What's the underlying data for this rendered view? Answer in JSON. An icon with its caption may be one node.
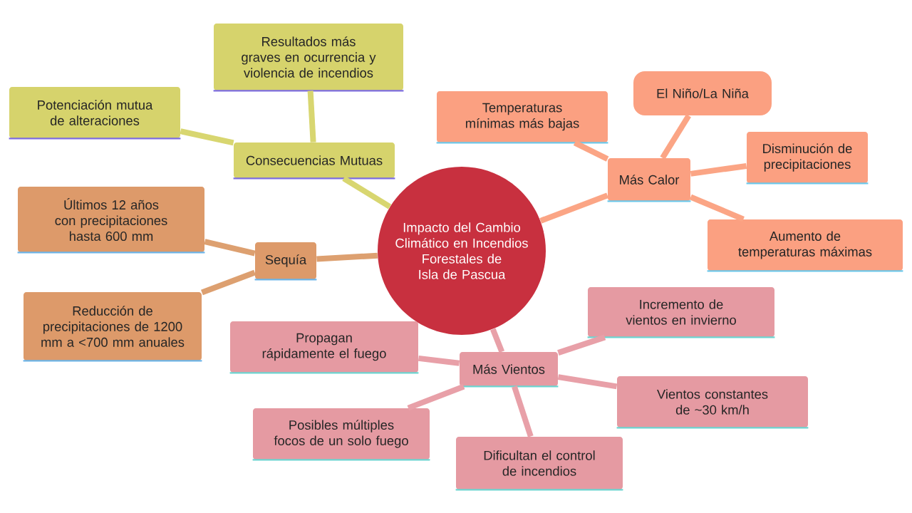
{
  "diagram": {
    "nodes": [
      {
        "text": [
          "Impacto del Cambio Climático en Incendios Forestales de Isla de Pascua"
        ]
      },
      {
        "text": [
          "Consecuencias Mutuas"
        ]
      },
      {
        "text": [
          "Resultados más graves en ocurrencia y violencia de incendios"
        ]
      },
      {
        "text": [
          "Potenciación mutua de alteraciones"
        ]
      },
      {
        "text": [
          "Sequía"
        ]
      },
      {
        "text": [
          "Últimos 12 años con precipitaciones hasta 600 mm"
        ]
      },
      {
        "text": [
          "Reducción de precipitaciones de 1200 mm a <700 mm anuales"
        ]
      },
      {
        "text": [
          "Más Calor"
        ]
      },
      {
        "text": [
          "Temperaturas mínimas más bajas"
        ]
      },
      {
        "text": [
          "El Niño/La Niña"
        ]
      },
      {
        "text": [
          "Disminución de precipitaciones"
        ]
      },
      {
        "text": [
          "Aumento de temperaturas máximas"
        ]
      },
      {
        "text": [
          "Más Vientos"
        ]
      },
      {
        "text": [
          "Incremento de vientos en invierno"
        ]
      },
      {
        "text": [
          "Propagan rápidamente el fuego"
        ]
      },
      {
        "text": [
          "Vientos constantes de ~30 km/h"
        ]
      },
      {
        "text": [
          "Posibles múltiples focos de un solo fuego"
        ]
      },
      {
        "text": [
          "Dificultan el control de incendios"
        ]
      }
    ],
    "edges": [
      {
        "from": 0,
        "to": 1,
        "arrow": "none",
        "color": "#d8d670"
      },
      {
        "from": 1,
        "to": 2,
        "arrow": "none",
        "color": "#d8d670"
      },
      {
        "from": 1,
        "to": 3,
        "arrow": "none",
        "color": "#d8d670"
      },
      {
        "from": 0,
        "to": 4,
        "arrow": "none",
        "color": "#dda070"
      },
      {
        "from": 4,
        "to": 5,
        "arrow": "none",
        "color": "#dda070"
      },
      {
        "from": 4,
        "to": 6,
        "arrow": "none",
        "color": "#dda070"
      },
      {
        "from": 0,
        "to": 7,
        "arrow": "none",
        "color": "#fba585"
      },
      {
        "from": 7,
        "to": 8,
        "arrow": "none",
        "color": "#fba585"
      },
      {
        "from": 7,
        "to": 9,
        "arrow": "none",
        "color": "#fba585"
      },
      {
        "from": 7,
        "to": 10,
        "arrow": "none",
        "color": "#fba585"
      },
      {
        "from": 7,
        "to": 11,
        "arrow": "none",
        "color": "#fba585"
      },
      {
        "from": 0,
        "to": 12,
        "arrow": "none",
        "color": "#e8a0a8"
      },
      {
        "from": 12,
        "to": 13,
        "arrow": "none",
        "color": "#e8a0a8"
      },
      {
        "from": 12,
        "to": 14,
        "arrow": "none",
        "color": "#e8a0a8"
      },
      {
        "from": 12,
        "to": 15,
        "arrow": "none",
        "color": "#e8a0a8"
      },
      {
        "from": 12,
        "to": 16,
        "arrow": "none",
        "color": "#e8a0a8"
      },
      {
        "from": 12,
        "to": 17,
        "arrow": "none",
        "color": "#e8a0a8"
      }
    ]
  }
}
